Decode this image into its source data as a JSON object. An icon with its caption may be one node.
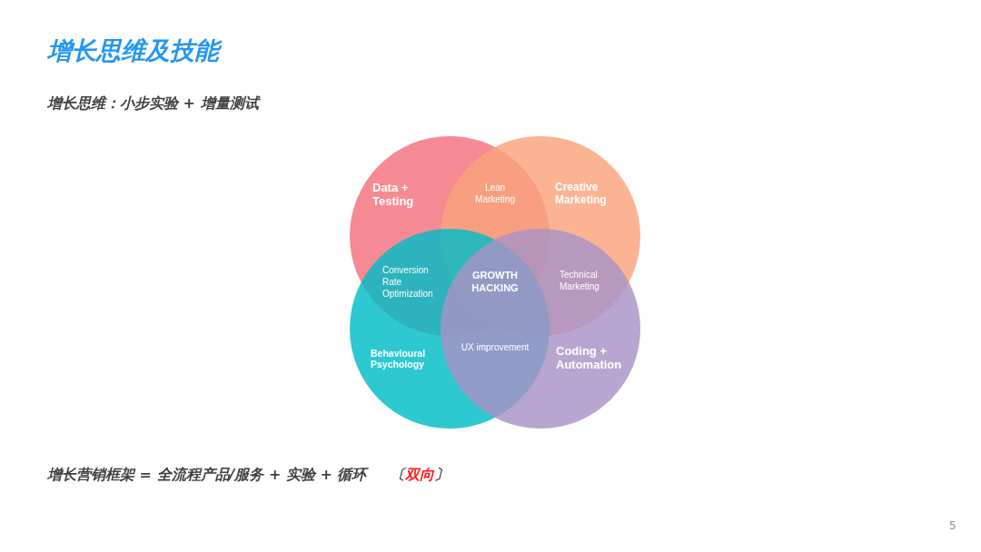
{
  "diagram": {
    "title": "增长思维及技能",
    "nodes": [
      {
        "text": [
          "Data + Testing"
        ]
      },
      {
        "text": [
          "Creative Marketing"
        ]
      },
      {
        "text": [
          "Behavioural Psychology"
        ]
      },
      {
        "text": [
          "Coding + Automation"
        ]
      }
    ],
    "labels": [
      "增长思维：小步实验 + 增量测试",
      "Lean Marketing",
      "Conversion Rate Optimization",
      "GROWTH HACKING",
      "Technical Marketing",
      "UX improvement",
      "增长营销框架 = 全流程产品/服务 + 实验 + 循环",
      "〔双向〕",
      "5"
    ]
  }
}
